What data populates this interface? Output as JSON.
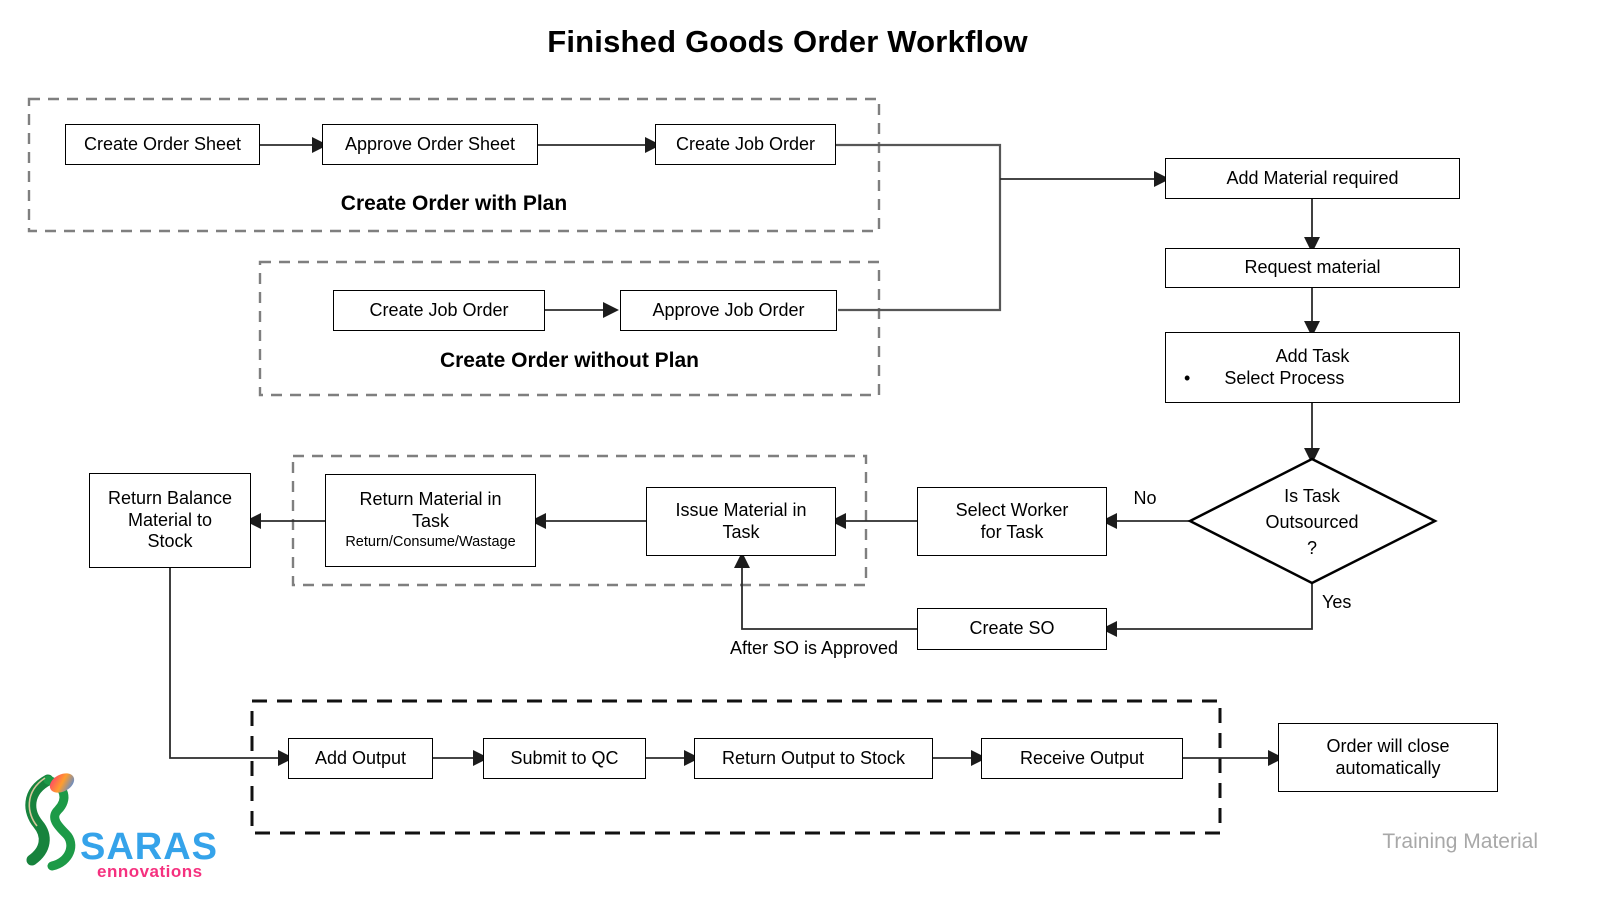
{
  "title": "Finished Goods Order Workflow",
  "groups": {
    "with_plan": {
      "caption": "Create Order with Plan"
    },
    "without_plan": {
      "caption": "Create Order without Plan"
    }
  },
  "nodes": {
    "create_order_sheet": {
      "label": "Create Order Sheet"
    },
    "approve_order_sheet": {
      "label": "Approve Order Sheet"
    },
    "create_job_order_plan": {
      "label": "Create Job Order"
    },
    "create_job_order": {
      "label": "Create Job Order"
    },
    "approve_job_order": {
      "label": "Approve Job Order"
    },
    "add_material_required": {
      "label": "Add Material required"
    },
    "request_material": {
      "label": "Request material"
    },
    "add_task": {
      "line1": "Add Task",
      "bullet": "•",
      "line2": "Select Process"
    },
    "decision_outsourced": {
      "lines": [
        "Is Task",
        "Outsourced",
        "?"
      ]
    },
    "select_worker": {
      "lines": [
        "Select Worker",
        "for Task"
      ]
    },
    "issue_material": {
      "lines": [
        "Issue Material in",
        "Task"
      ]
    },
    "return_material": {
      "lines": [
        "Return Material in",
        "Task"
      ],
      "note": "Return/Consume/Wastage"
    },
    "return_balance": {
      "lines": [
        "Return Balance",
        "Material to",
        "Stock"
      ]
    },
    "create_so": {
      "label": "Create SO"
    },
    "add_output": {
      "label": "Add Output"
    },
    "submit_to_qc": {
      "label": "Submit to QC"
    },
    "return_output_to_stock": {
      "label": "Return Output to Stock"
    },
    "receive_output": {
      "label": "Receive Output"
    },
    "order_will_close": {
      "lines": [
        "Order will close",
        "automatically"
      ]
    }
  },
  "edge_labels": {
    "no": "No",
    "yes": "Yes",
    "after_so": "After SO is Approved"
  },
  "logo": {
    "brand": "SARAS",
    "sub": "ennovations",
    "brand_color": "#35A3EA",
    "sub_color": "#F5317F",
    "ribbon_green": "#17833D"
  },
  "footer": {
    "note": "Training Material"
  },
  "style_colors": {
    "box_border": "#000000",
    "dashed_gray": "#7F7F7F",
    "dashed_black": "#111111",
    "connector": "#2B2B2B",
    "footer_gray": "#A8A8A8"
  }
}
